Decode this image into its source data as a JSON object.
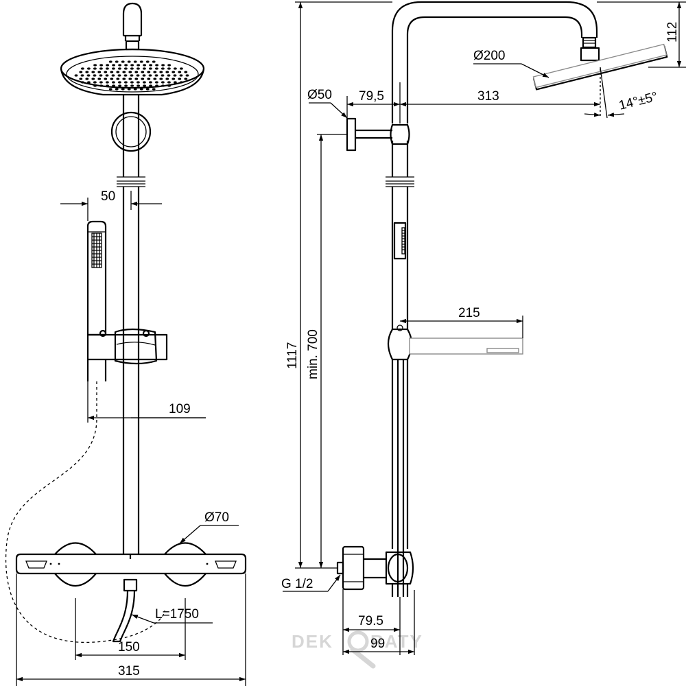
{
  "dimensions": {
    "front_rail_offset": "50",
    "front_holder_offset": "109",
    "front_knob_diameter": "Ø70",
    "front_hose_length": "L=1750",
    "front_centers": "150",
    "front_total_width": "315",
    "side_overhead_diameter": "Ø200",
    "side_wall_bracket_diameter": "Ø50",
    "side_arm_offset": "79,5",
    "side_arm_reach": "313",
    "side_tilt_angle": "14°±5°",
    "side_top_height": "112",
    "side_total_height": "1117",
    "side_min_height": "min. 700",
    "side_handshower_reach": "215",
    "side_connection_thread": "G 1/2",
    "side_bottom_offset": "79.5",
    "side_bottom_depth": "99"
  },
  "watermark": {
    "left": "DEK",
    "right": "RATY"
  }
}
